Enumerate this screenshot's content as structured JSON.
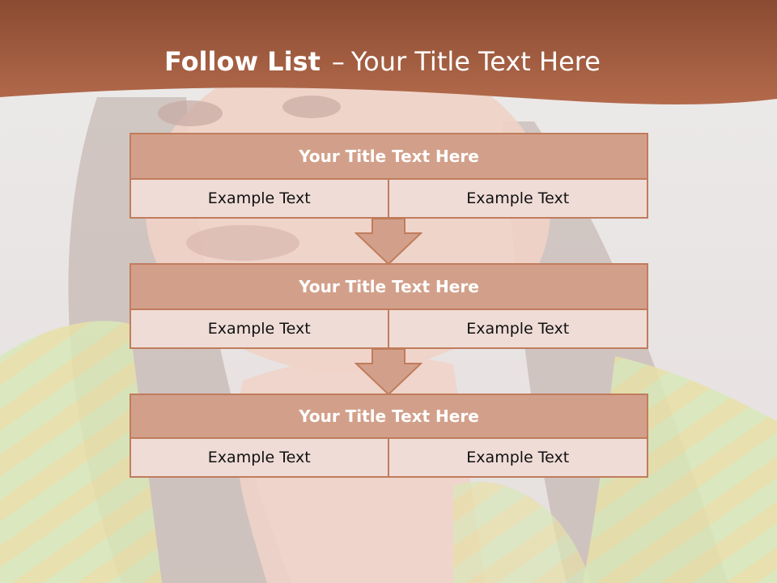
{
  "slide": {
    "title_bold": "Follow List",
    "title_separator": "–",
    "title_rest": "Your Title Text Here"
  },
  "steps": [
    {
      "title": "Your Title Text Here",
      "left_text": "Example Text",
      "right_text": "Example Text"
    },
    {
      "title": "Your Title Text Here",
      "left_text": "Example Text",
      "right_text": "Example Text"
    },
    {
      "title": "Your Title Text Here",
      "left_text": "Example Text",
      "right_text": "Example Text"
    }
  ],
  "colors": {
    "banner": "#a0573a",
    "box_title_fill": "#d2a08a",
    "box_border": "#c07c5c",
    "box_cell_fill": "#efdcd6",
    "arrow_fill": "#d2a08a"
  },
  "icons": {
    "connector": "down-arrow-icon"
  }
}
